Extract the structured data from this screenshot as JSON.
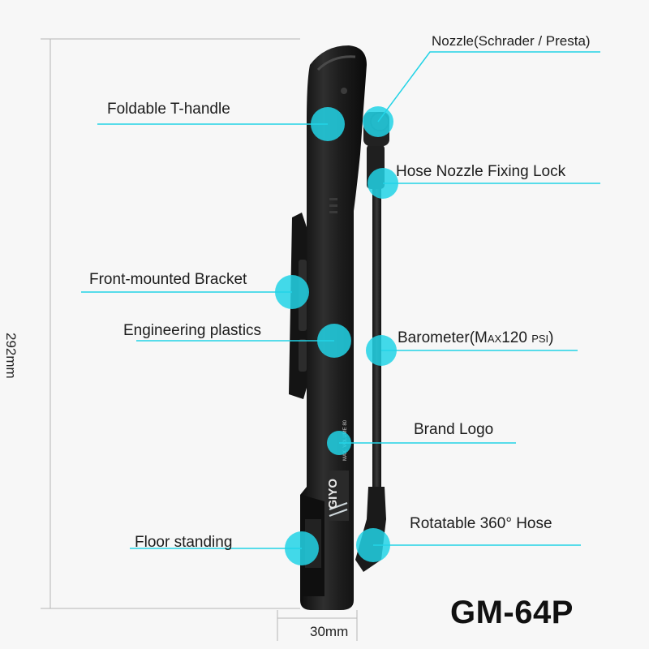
{
  "model": "GM-64P",
  "dimensions": {
    "height": "292mm",
    "width": "30mm"
  },
  "callouts": {
    "nozzle": "Nozzle(Schrader / Presta)",
    "handle": "Foldable T-handle",
    "lock": "Hose Nozzle Fixing Lock",
    "bracket": "Front-mounted Bracket",
    "plastics": "Engineering plastics",
    "barometer_main": "Barometer(M",
    "barometer_ax": "AX",
    "barometer_num": "120 ",
    "barometer_unit": "PSI",
    "barometer_close": ")",
    "logo": "Brand Logo",
    "hose": "Rotatable 360° Hose",
    "floor": "Floor standing"
  },
  "brand_text": "GIYO",
  "body_text": "MAX. VOLUME 80",
  "colors": {
    "accent": "#22d3e6",
    "pump_body": "#1b1b1b",
    "background": "#f7f7f7",
    "dimension_line": "#b5b5b5"
  }
}
